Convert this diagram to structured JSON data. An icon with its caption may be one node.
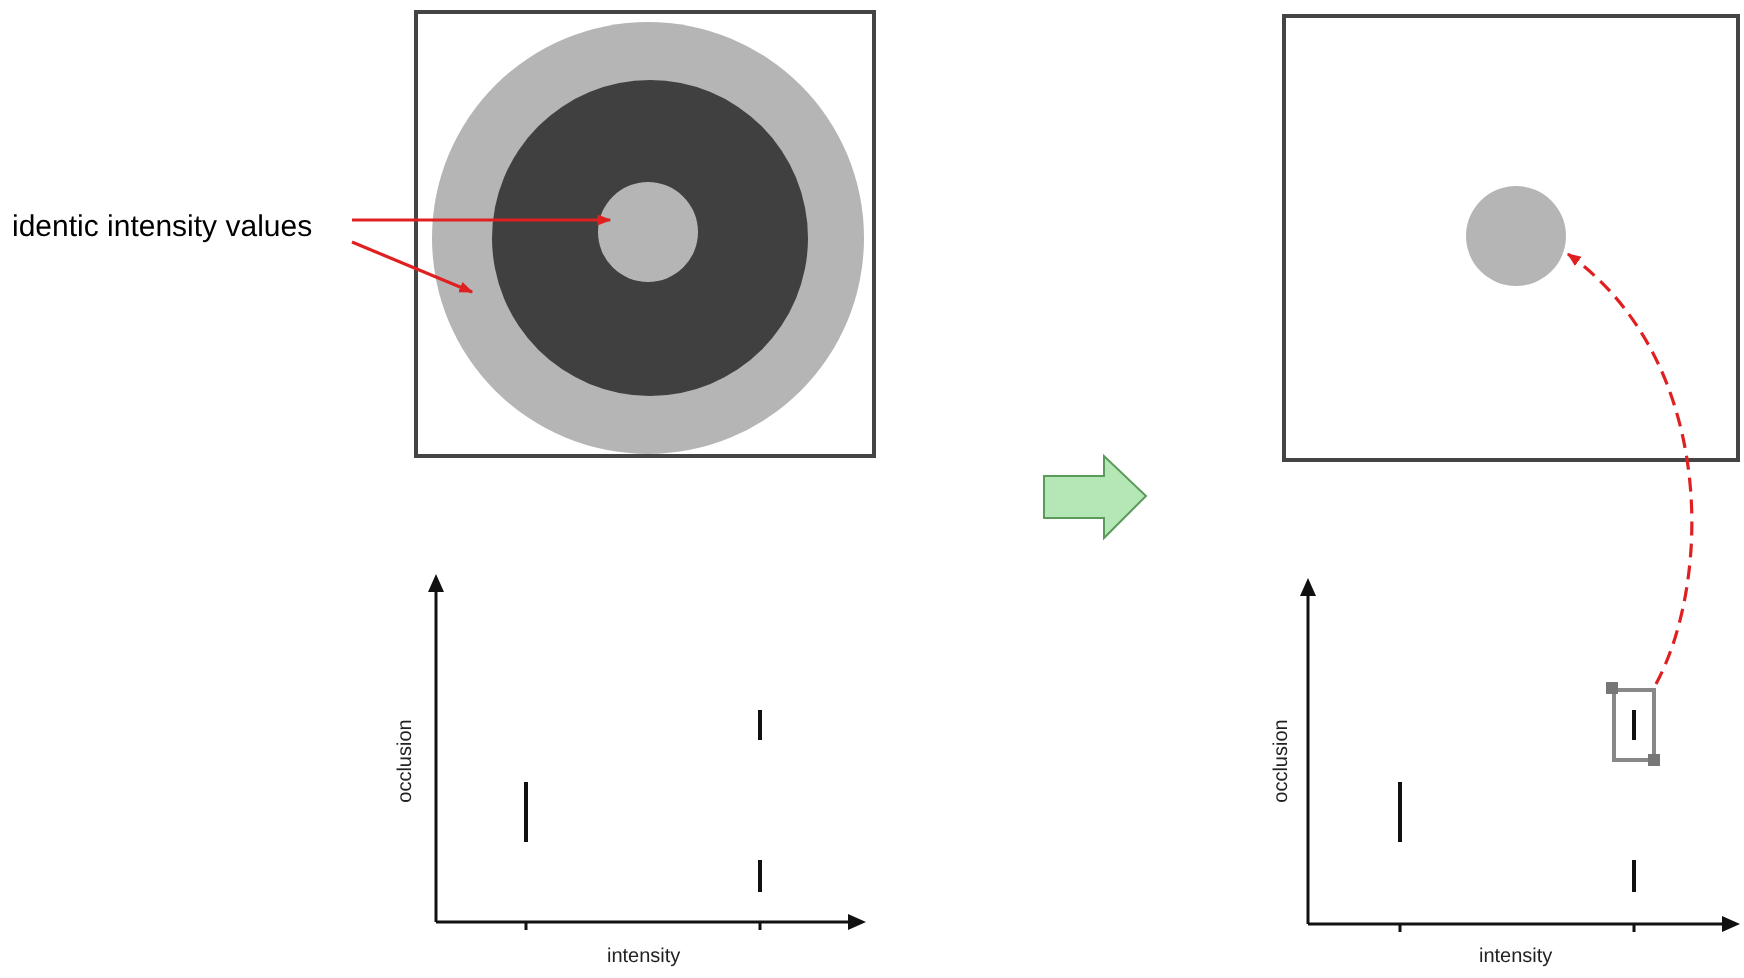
{
  "diagram": {
    "nodes": [
      {
        "text": [],
        "shape": "box"
      },
      {
        "text": [],
        "shape": "circle",
        "in": 0
      },
      {
        "text": [],
        "shape": "circle",
        "in": 1
      },
      {
        "text": [
          "identic intensity values"
        ]
      },
      {
        "text": [],
        "shape": "box"
      },
      {
        "text": [],
        "shape": "circle",
        "in": 4
      },
      {
        "text": [],
        "shape": "box"
      }
    ],
    "edges": [
      {
        "from": 3,
        "to": 2,
        "arrow": "to"
      },
      {
        "from": 3,
        "to": 1,
        "arrow": "to"
      },
      {
        "from": 6,
        "to": 5,
        "arrow": "to",
        "style": "dashed"
      }
    ],
    "labels": [
      "occlusion",
      "intensity",
      "occlusion",
      "intensity"
    ]
  }
}
